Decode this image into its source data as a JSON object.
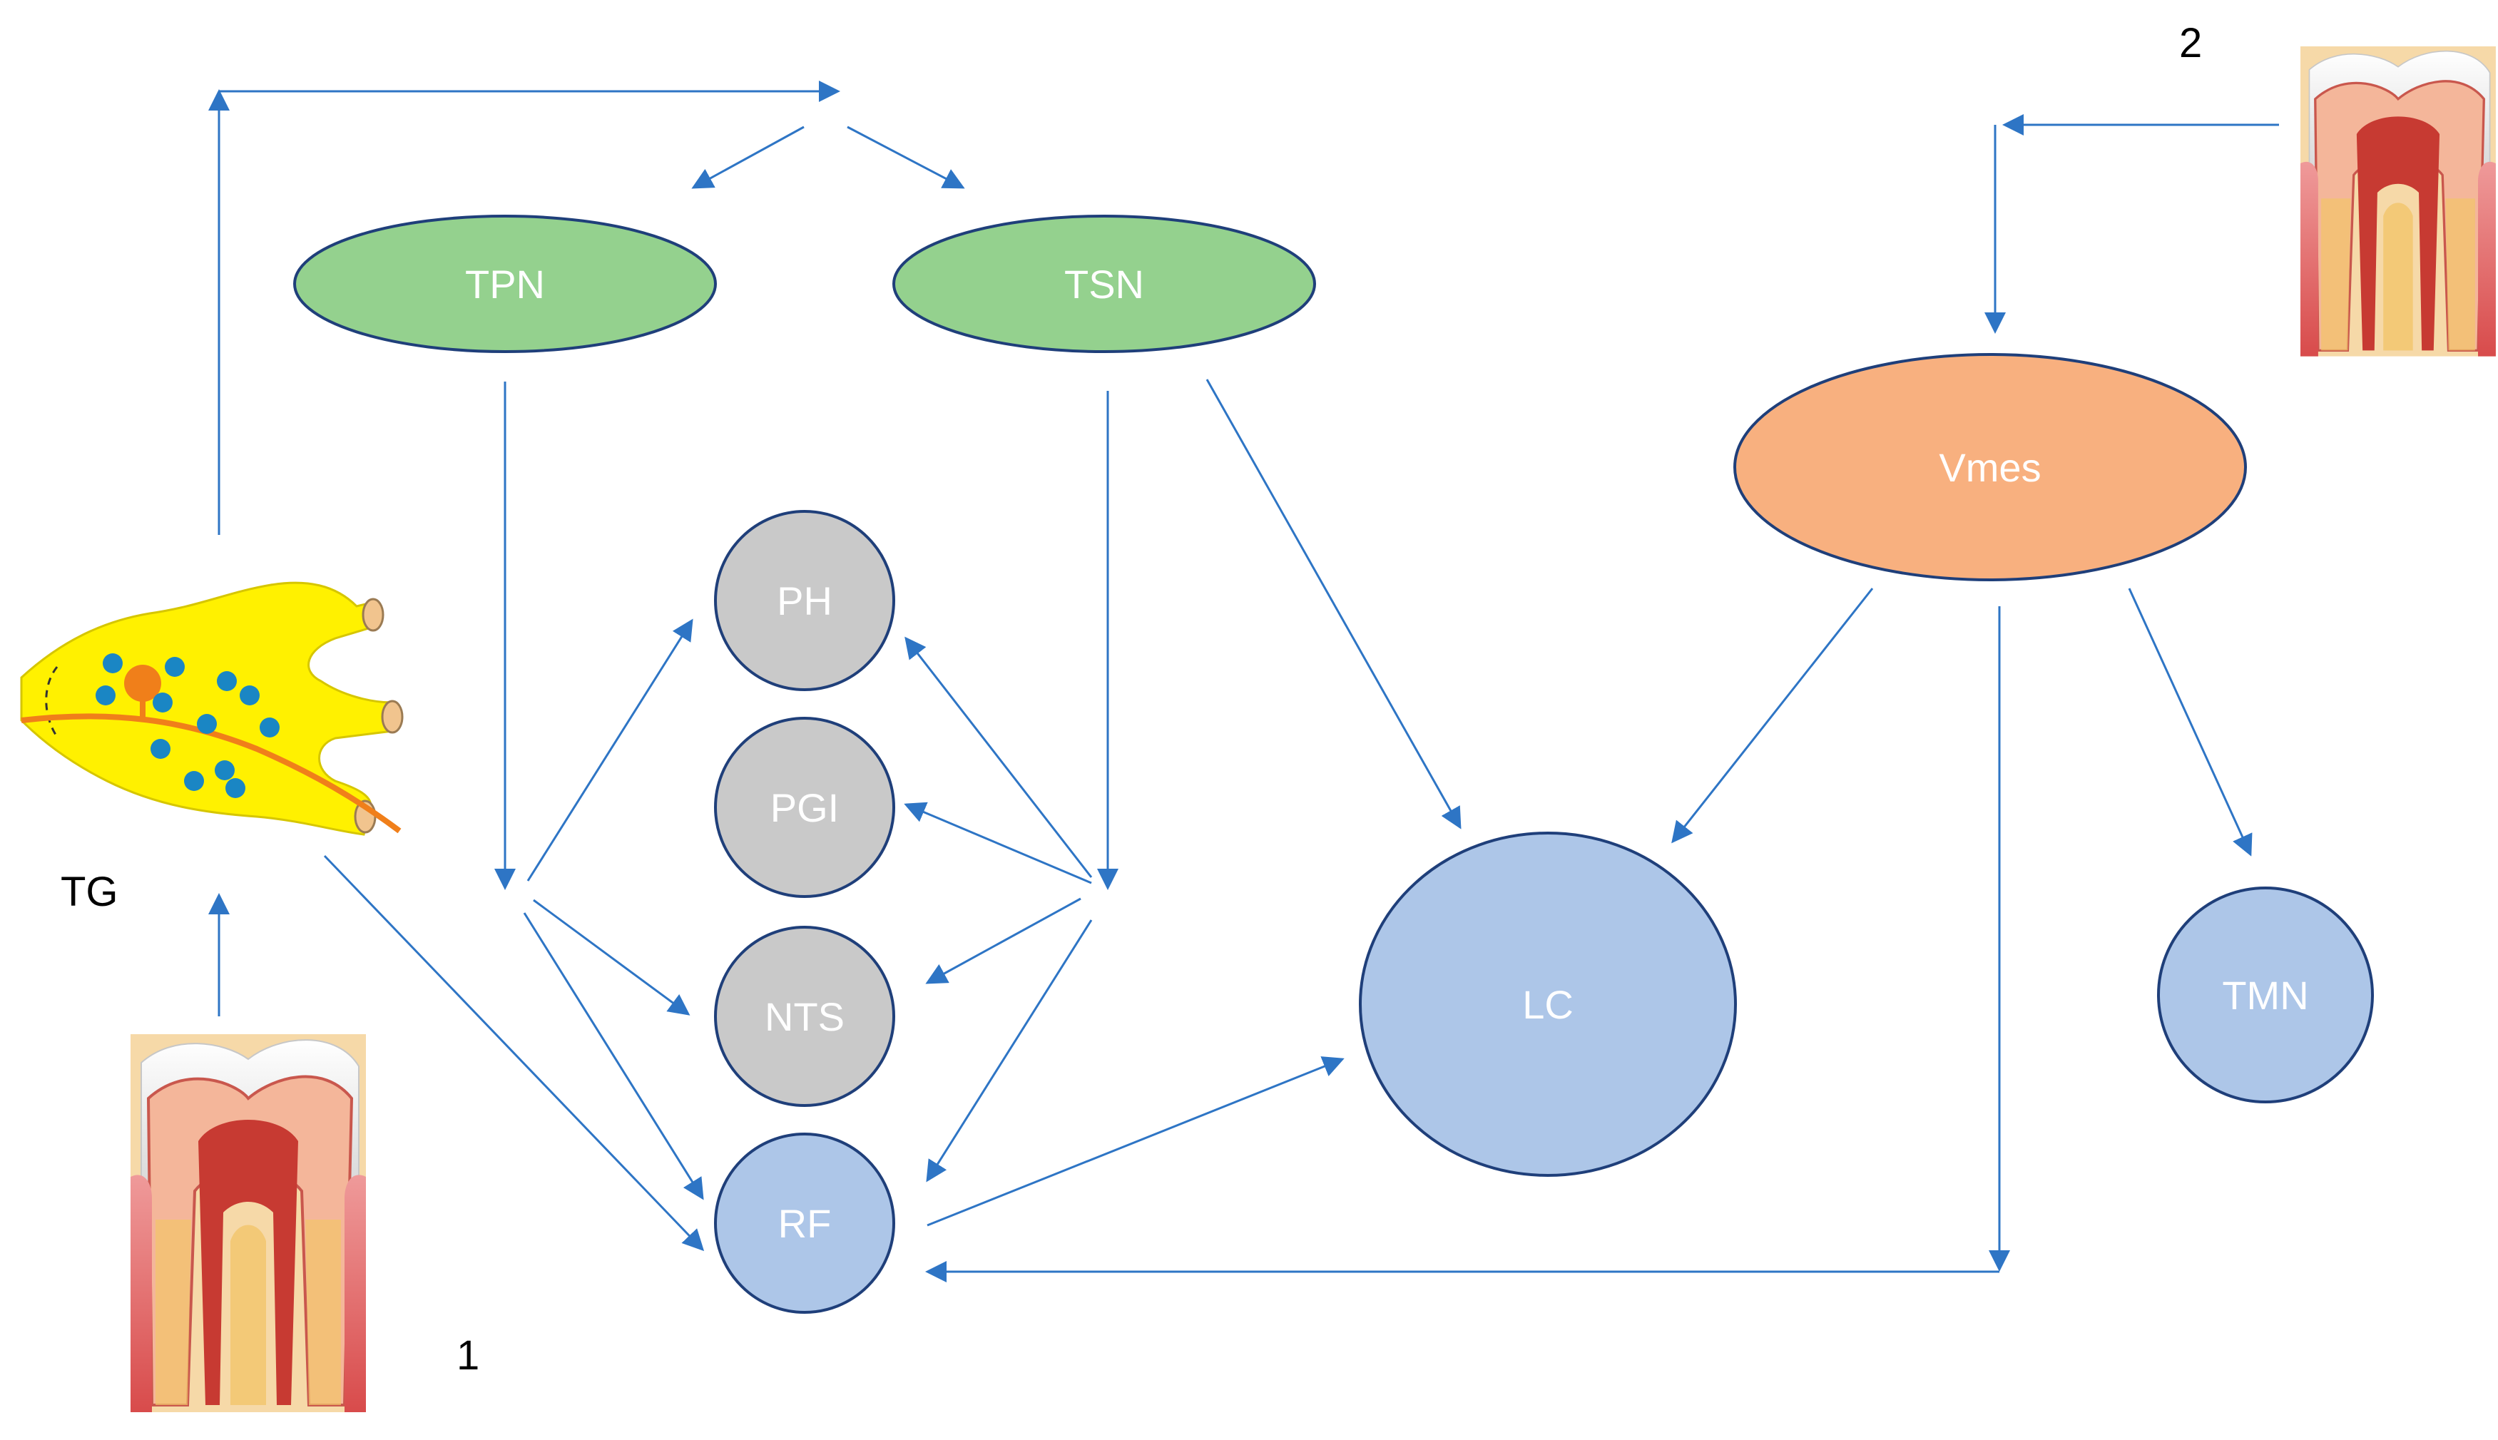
{
  "diagram": {
    "nodes": {
      "tpn": {
        "label": "TPN",
        "color": "#94d18e"
      },
      "tsn": {
        "label": "TSN",
        "color": "#94d18e"
      },
      "vmes": {
        "label": "Vmes",
        "color": "#f8b07f"
      },
      "ph": {
        "label": "PH",
        "color": "#c9c9c9"
      },
      "pgi": {
        "label": "PGI",
        "color": "#c9c9c9"
      },
      "nts": {
        "label": "NTS",
        "color": "#c9c9c9"
      },
      "rf": {
        "label": "RF",
        "color": "#adc6e8"
      },
      "lc": {
        "label": "LC",
        "color": "#adc6e8"
      },
      "tmn": {
        "label": "TMN",
        "color": "#adc6e8"
      }
    },
    "labels": {
      "tg": "TG",
      "tooth_1": "1",
      "tooth_2": "2"
    },
    "colors": {
      "arrow": "#2e75c5",
      "node_border": "#1f3f7a",
      "ganglion": "#fff100",
      "dots": "#1a86c4",
      "fiber": "#f07f1a"
    }
  }
}
